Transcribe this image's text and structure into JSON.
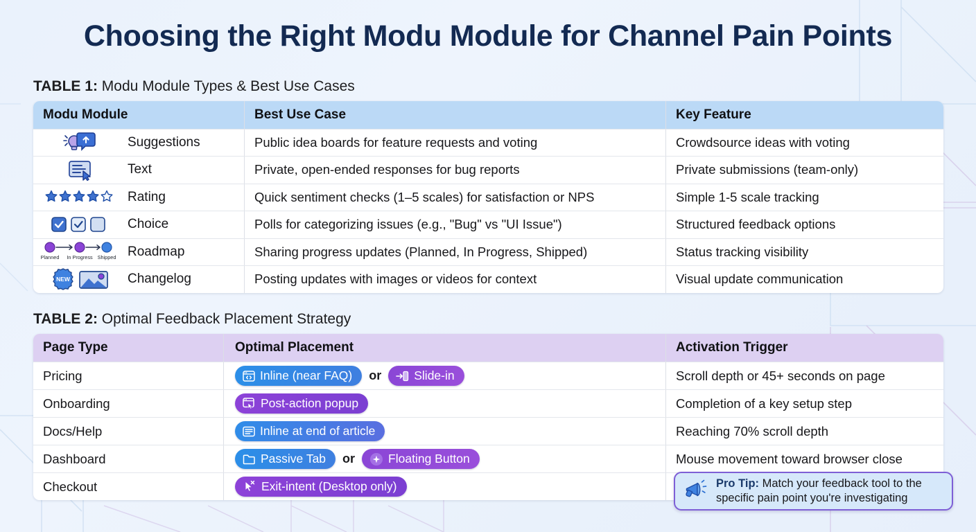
{
  "header": {
    "title": "Choosing the Right Modu Module for Channel Pain Points"
  },
  "table1": {
    "label_strong": "TABLE 1:",
    "label_rest": " Modu Module Types & Best Use Cases",
    "columns": [
      "Modu Module",
      "Best Use Case",
      "Key Feature"
    ],
    "rows": [
      {
        "icon": "lightbulb-comment-icon",
        "module": "Suggestions",
        "use_case": "Public idea boards for feature requests and voting",
        "key_feature": "Crowdsource ideas with voting"
      },
      {
        "icon": "text-document-cursor-icon",
        "module": "Text",
        "use_case": "Private, open-ended responses for bug reports",
        "key_feature": "Private submissions (team-only)"
      },
      {
        "icon": "star-rating-icon",
        "module": "Rating",
        "use_case": "Quick sentiment checks (1–5 scales) for satisfaction or NPS",
        "key_feature": "Simple 1-5 scale tracking"
      },
      {
        "icon": "checkbox-choice-icon",
        "module": "Choice",
        "use_case": "Polls for categorizing issues (e.g., \"Bug\" vs \"UI Issue\")",
        "key_feature": "Structured feedback options"
      },
      {
        "icon": "roadmap-flow-icon",
        "module": "Roadmap",
        "use_case": "Sharing progress updates (Planned, In Progress, Shipped)",
        "key_feature": "Status tracking visibility"
      },
      {
        "icon": "new-badge-image-icon",
        "module": "Changelog",
        "use_case": "Posting updates with images or videos for context",
        "key_feature": "Visual update communication"
      }
    ],
    "roadmap_stages": [
      "Planned",
      "In Progress",
      "Shipped"
    ],
    "changelog_badge": "NEW"
  },
  "table2": {
    "label_strong": "TABLE 2:",
    "label_rest": " Optimal Feedback Placement Strategy",
    "columns": [
      "Page Type",
      "Optimal Placement",
      "Activation Trigger"
    ],
    "or_label": "or",
    "rows": [
      {
        "page_type": "Pricing",
        "placements": [
          {
            "label": "Inline (near FAQ)",
            "style": "blue",
            "icon": "browser-code-icon"
          },
          {
            "label": "Slide-in",
            "style": "purple",
            "icon": "slide-in-arrow-icon"
          }
        ],
        "trigger": "Scroll depth or 45+ seconds on page"
      },
      {
        "page_type": "Onboarding",
        "placements": [
          {
            "label": "Post-action popup",
            "style": "purple2",
            "icon": "window-cursor-icon"
          }
        ],
        "trigger": "Completion of a key setup step"
      },
      {
        "page_type": "Docs/Help",
        "placements": [
          {
            "label": "Inline at end of article",
            "style": "bluep",
            "icon": "article-lines-icon"
          }
        ],
        "trigger": "Reaching 70% scroll depth"
      },
      {
        "page_type": "Dashboard",
        "placements": [
          {
            "label": "Passive Tab",
            "style": "blue",
            "icon": "folder-tab-icon"
          },
          {
            "label": "Floating Button",
            "style": "purple",
            "icon": "floating-sparkle-icon"
          }
        ],
        "trigger": "Mouse movement toward browser close"
      },
      {
        "page_type": "Checkout",
        "placements": [
          {
            "label": "Exit-intent (Desktop only)",
            "style": "purple2",
            "icon": "cursor-exit-icon"
          }
        ],
        "trigger": ""
      }
    ]
  },
  "protip": {
    "icon": "megaphone-icon",
    "label": "Pro Tip:",
    "text": " Match your feedback tool to the specific pain point you're investigating"
  },
  "colors": {
    "title": "#132a52",
    "table1_header": "#bbd9f6",
    "table2_header": "#ddd0f2",
    "pill_blue": "#2b8fe8",
    "pill_purple": "#8a46d6",
    "protip_border": "#7e5fd6",
    "protip_bg": "#d6e8fa"
  }
}
